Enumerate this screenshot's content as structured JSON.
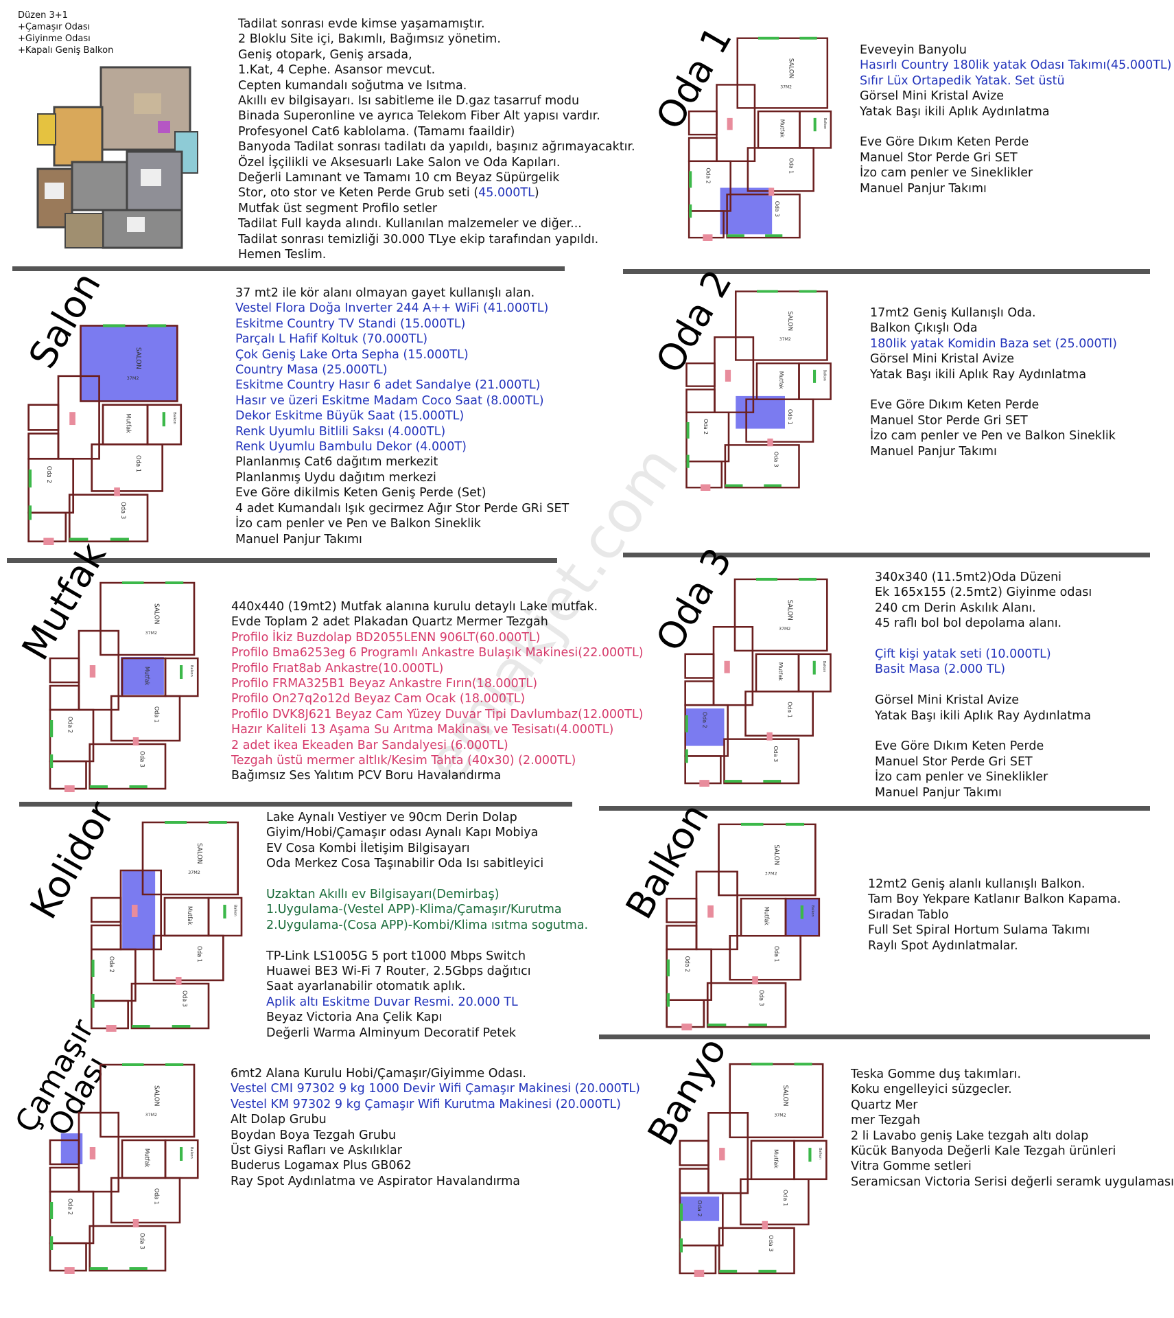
{
  "watermark": "emlakjet.com",
  "intro": {
    "plan_lines": [
      "Düzen 3+1",
      "+Çamaşır Odası",
      "+Giyinme Odası",
      "+Kapalı Geniş Balkon"
    ],
    "lines": [
      {
        "t": "Tadilat sonrası evde kimse yaşamamıştır.",
        "c": "black"
      },
      {
        "t": "2 Bloklu Site içi, Bakımlı, Bağımsız yönetim.",
        "c": "black"
      },
      {
        "t": "Geniş otopark, Geniş arsada,",
        "c": "black"
      },
      {
        "t": "1.Kat, 4 Cephe. Asansor mevcut.",
        "c": "black"
      },
      {
        "t": "Cepten kumandalı soğutma ve Isıtma.",
        "c": "black"
      },
      {
        "t": "Akıllı ev bilgisayarı. Isı sabitleme ile D.gaz tasarruf modu",
        "c": "black"
      },
      {
        "t": "Binada Superonline ve ayrıca Telekom Fiber Alt yapısı vardır.",
        "c": "black"
      },
      {
        "t": "Profesyonel Cat6 kablolama. (Tamamı faaildir)",
        "c": "black"
      },
      {
        "t": "Banyoda Tadilat sonrası tadilatı da yapıldı, başınız ağrımayacaktır.",
        "c": "black"
      },
      {
        "t": "Özel İşçilikli ve Aksesuarlı Lake Salon ve Oda Kapıları.",
        "c": "black"
      },
      {
        "t": "Değerli Lamınant ve Tamamı 10 cm Beyaz Süpürgelik",
        "c": "black"
      },
      {
        "t": "Stor, oto stor ve Keten Perde Grub seti (",
        "c": "black",
        "tail": "45.000TL",
        "tail2": ")"
      },
      {
        "t": "Mutfak üst segment Profilo setler",
        "c": "black"
      },
      {
        "t": "Tadilat Full kayda alındı. Kullanılan malzemeler ve diğer...",
        "c": "black"
      },
      {
        "t": "Tadilat sonrası temizliği 30.000 TLye ekip tarafından yapıldı.",
        "c": "black"
      },
      {
        "t": "Hemen Teslim.",
        "c": "black"
      }
    ]
  },
  "sections": {
    "oda1": {
      "title": "Oda 1",
      "lines": [
        {
          "t": "Eveveyin Banyolu",
          "c": "black"
        },
        {
          "t": "Hasırlı Country 180lik yatak Odası Takımı(45.000TL)",
          "c": "blue"
        },
        {
          "t": "Sıfır Lüx Ortapedik Yatak. Set üstü",
          "c": "blue"
        },
        {
          "t": "Görsel Mini Kristal Avize",
          "c": "black"
        },
        {
          "t": "Yatak Başı ikili Aplık Aydınlatma",
          "c": "black"
        },
        {
          "t": "",
          "c": "black"
        },
        {
          "t": "Eve Göre Dıkım Keten Perde",
          "c": "black"
        },
        {
          "t": "Manuel Stor Perde Gri SET",
          "c": "black"
        },
        {
          "t": "İzo cam penler ve Sineklikler",
          "c": "black"
        },
        {
          "t": "Manuel Panjur Takımı",
          "c": "black"
        }
      ]
    },
    "salon": {
      "title": "Salon",
      "lines": [
        {
          "t": "37 mt2 ile kör alanı olmayan gayet kullanışlı alan.",
          "c": "black"
        },
        {
          "t": "Vestel Flora Doğa Inverter 244 A++ WiFi  (41.000TL)",
          "c": "blue"
        },
        {
          "t": "Eskitme Country TV Standi (15.000TL)",
          "c": "blue"
        },
        {
          "t": "Parçalı L Hafif Koltuk (70.000TL)",
          "c": "blue"
        },
        {
          "t": "Çok Geniş Lake Orta Sepha  (15.000TL)",
          "c": "blue"
        },
        {
          "t": "Country Masa (25.000TL)",
          "c": "blue"
        },
        {
          "t": "Eskitme Country Hasır 6 adet Sandalye (21.000TL)",
          "c": "blue"
        },
        {
          "t": "Hasır ve üzeri Eskitme Madam Coco Saat (8.000TL)",
          "c": "blue"
        },
        {
          "t": "Dekor Eskitme Büyük Saat (15.000TL)",
          "c": "blue"
        },
        {
          "t": "Renk Uyumlu Bitlili Saksı (4.000TL)",
          "c": "blue"
        },
        {
          "t": "Renk Uyumlu Bambulu Dekor (4.000T)",
          "c": "blue"
        },
        {
          "t": "Planlanmış Cat6 dağıtım merkezit",
          "c": "black"
        },
        {
          "t": "Planlanmış Uydu dağıtım merkezi",
          "c": "black"
        },
        {
          "t": "Eve Göre dikilmis Keten Geniş Perde (Set)",
          "c": "black"
        },
        {
          "t": "4 adet Kumandalı Işık gecirmez Ağır Stor Perde GRi SET",
          "c": "black"
        },
        {
          "t": "İzo cam penler ve Pen ve Balkon Sineklik",
          "c": "black"
        },
        {
          "t": "Manuel Panjur Takımı",
          "c": "black"
        }
      ]
    },
    "oda2": {
      "title": "Oda 2",
      "lines": [
        {
          "t": "17mt2 Geniş Kullanışlı Oda.",
          "c": "black"
        },
        {
          "t": "Balkon Çıkışlı Oda",
          "c": "black"
        },
        {
          "t": "180lik yatak Komidin Baza set (25.000Tl)",
          "c": "blue"
        },
        {
          "t": "Görsel Mini Kristal Avize",
          "c": "black"
        },
        {
          "t": "Yatak Başı ikili Aplık Ray Aydınlatma",
          "c": "black"
        },
        {
          "t": "",
          "c": "black"
        },
        {
          "t": "Eve Göre Dıkım Keten Perde",
          "c": "black"
        },
        {
          "t": "Manuel Stor Perde Gri SET",
          "c": "black"
        },
        {
          "t": "İzo cam penler ve Pen ve Balkon Sineklik",
          "c": "black"
        },
        {
          "t": "Manuel Panjur Takımı",
          "c": "black"
        }
      ]
    },
    "mutfak": {
      "title": "Mutfak",
      "lines": [
        {
          "t": "440x440 (19mt2) Mutfak alanına kurulu detaylı Lake mutfak.",
          "c": "black"
        },
        {
          "t": "Evde Toplam 2 adet Plakadan Quartz Mermer Tezgah",
          "c": "black"
        },
        {
          "t": "Profilo İkiz Buzdolap BD2055LENN 906LT(60.000TL)",
          "c": "pink"
        },
        {
          "t": "Profilo Bma6253eg 6 Programlı Ankastre Bulaşık Makinesi(22.000TL)",
          "c": "pink"
        },
        {
          "t": "Profilo Frıat8ab Ankastre(10.000TL)",
          "c": "pink"
        },
        {
          "t": "Profilo FRMA325B1 Beyaz Ankastre Fırın(18.000TL)",
          "c": "pink"
        },
        {
          "t": "Profilo On27q2o12d Beyaz Cam Ocak (18.000TL)",
          "c": "pink"
        },
        {
          "t": "Profilo DVK8J621 Beyaz Cam Yüzey Duvar Tipi Davlumbaz(12.000TL)",
          "c": "pink"
        },
        {
          "t": "Hazır Kaliteli 13 Aşama Su Arıtma Makinası ve Tesisatı(4.000TL)",
          "c": "pink"
        },
        {
          "t": "2 adet ikea Ekeaden Bar Sandalyesi (6.000TL)",
          "c": "pink"
        },
        {
          "t": "Tezgah üstü mermer altlık/Kesim Tahta (40x30) (2.000TL)",
          "c": "pink"
        },
        {
          "t": "Bağımsız Ses Yalıtım PCV Boru Havalandırma",
          "c": "black"
        }
      ]
    },
    "oda3": {
      "title": "Oda 3",
      "lines": [
        {
          "t": "340x340 (11.5mt2)Oda Düzeni",
          "c": "black"
        },
        {
          "t": "Ek 165x155 (2.5mt2) Giyinme odası",
          "c": "black"
        },
        {
          "t": "240 cm Derin Askılık Alanı.",
          "c": "black"
        },
        {
          "t": "45 raflı bol bol depolama alanı.",
          "c": "black"
        },
        {
          "t": "",
          "c": "black"
        },
        {
          "t": "Çift kişi yatak seti (10.000TL)",
          "c": "blue"
        },
        {
          "t": "Basit Masa (2.000 TL)",
          "c": "blue"
        },
        {
          "t": "",
          "c": "black"
        },
        {
          "t": "Görsel Mini Kristal Avize",
          "c": "black"
        },
        {
          "t": "Yatak Başı ikili Aplık Ray Aydınlatma",
          "c": "black"
        },
        {
          "t": "",
          "c": "black"
        },
        {
          "t": "Eve Göre Dıkım Keten Perde",
          "c": "black"
        },
        {
          "t": "Manuel Stor Perde Gri SET",
          "c": "black"
        },
        {
          "t": "İzo cam penler ve Sineklikler",
          "c": "black"
        },
        {
          "t": "Manuel Panjur Takımı",
          "c": "black"
        }
      ]
    },
    "kolidor": {
      "title": "Kolidor",
      "lines": [
        {
          "t": "Lake Aynalı Vestiyer ve 90cm Derin Dolap",
          "c": "black"
        },
        {
          "t": "Giyim/Hobi/Çamaşır odası Aynalı Kapı Mobiya",
          "c": "black"
        },
        {
          "t": "EV Cosa Kombi İletişim Bilgisayarı",
          "c": "black"
        },
        {
          "t": "Oda Merkez Cosa Taşınabilir Oda Isı sabitleyici",
          "c": "black"
        },
        {
          "t": "",
          "c": "black"
        },
        {
          "t": "Uzaktan Akıllı ev Bilgisayarı(Demirbaş)",
          "c": "green"
        },
        {
          "t": "1.Uygulama-(Vestel APP)-Klima/Çamaşır/Kurutma",
          "c": "green"
        },
        {
          "t": "2.Uygulama-(Cosa APP)-Kombi/Klima ısıtma sogutma.",
          "c": "green"
        },
        {
          "t": "",
          "c": "black"
        },
        {
          "t": "TP-Link LS1005G 5 port t1000 Mbps Switch",
          "c": "black"
        },
        {
          "t": "Huawei BE3 Wi-Fi 7 Router, 2.5Gbps dağıtıcı",
          "c": "black"
        },
        {
          "t": "Saat ayarlanabilir otomatık aplık.",
          "c": "black"
        },
        {
          "t": "Aplik altı Eskitme Duvar Resmi. 20.000 TL",
          "c": "blue"
        },
        {
          "t": "Beyaz Victoria Ana Çelik Kapı",
          "c": "black"
        },
        {
          "t": "Değerli Warma Alminyum Decoratif Petek",
          "c": "black"
        }
      ]
    },
    "balkon": {
      "title": "Balkon",
      "lines": [
        {
          "t": "12mt2 Geniş alanlı kullanışlı Balkon.",
          "c": "black"
        },
        {
          "t": "Tam Boy Yekpare Katlanır Balkon Kapama.",
          "c": "black"
        },
        {
          "t": "Sıradan Tablo",
          "c": "black"
        },
        {
          "t": "Full Set Spiral Hortum Sulama Takımı",
          "c": "black"
        },
        {
          "t": "Raylı Spot Aydınlatmalar.",
          "c": "black"
        }
      ]
    },
    "camasir": {
      "title_line1": "Çamaşır",
      "title_line2": "Odası",
      "lines": [
        {
          "t": "6mt2 Alana Kurulu Hobi/Çamaşır/Giyimme Odası.",
          "c": "black"
        },
        {
          "t": "Vestel CMI 97302 9 kg 1000 Devir Wifi Çamaşır Makinesi (20.000TL)",
          "c": "blue"
        },
        {
          "t": "Vestel KM 97302 9 kg Çamaşır Wifi Kurutma Makinesi (20.000TL)",
          "c": "blue"
        },
        {
          "t": "Alt Dolap Grubu",
          "c": "black"
        },
        {
          "t": "Boydan Boya Tezgah Grubu",
          "c": "black"
        },
        {
          "t": "Üst Giysi Rafları ve Askılıklar",
          "c": "black"
        },
        {
          "t": "Buderus Logamax Plus GB062",
          "c": "black"
        },
        {
          "t": "Ray Spot Aydınlatma ve Aspirator Havalandırma",
          "c": "black"
        }
      ]
    },
    "banyo": {
      "title": "Banyo",
      "lines": [
        {
          "t": "Teska Gomme duş takımları.",
          "c": "black"
        },
        {
          "t": "Koku engelleyici süzgecler.",
          "c": "black"
        },
        {
          "t": "Quartz Mer",
          "c": "black"
        },
        {
          "t": "mer Tezgah",
          "c": "black"
        },
        {
          "t": "2 li Lavabo geniş Lake tezgah altı dolap",
          "c": "black"
        },
        {
          "t": "Kücük Banyoda Değerli Kale Tezgah ürünleri",
          "c": "black"
        },
        {
          "t": "Vitra Gomme setleri",
          "c": "black"
        },
        {
          "t": "Seramicsan Victoria Serisi değerli seramk uygulaması",
          "c": "black"
        }
      ]
    }
  },
  "plan_labels": {
    "salon": "SALON",
    "mutfak": "Mutfak",
    "oda1": "Oda 1",
    "oda2": "Oda 2",
    "oda3": "Oda 3",
    "balkon": "Balkon",
    "area": "37M2"
  },
  "colors": {
    "wall": "#6b1f1f",
    "highlight": "#7b7bf0",
    "window": "#3cb84a",
    "door": "#e88c9c",
    "blue_text": "#2233bb",
    "pink_text": "#d63a6a",
    "green_text": "#1a6b3a"
  }
}
